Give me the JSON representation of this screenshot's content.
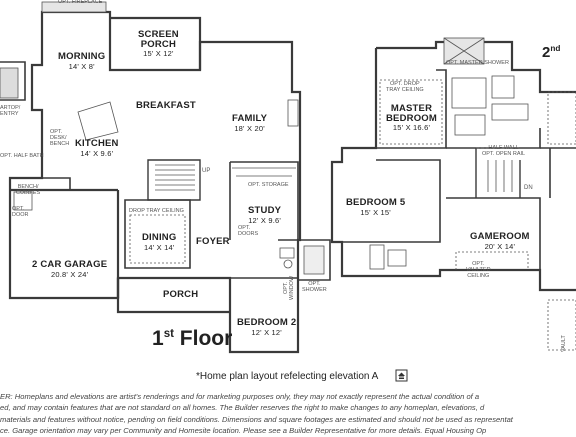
{
  "floor1": {
    "title_main": "1",
    "title_sup": "st",
    "title_rest": " Floor",
    "rooms": {
      "screen_porch": {
        "name": "SCREEN",
        "name2": "PORCH",
        "dim": "15' X 12'"
      },
      "morning": {
        "name": "MORNING",
        "dim": "14' X 8'"
      },
      "breakfast": {
        "name": "BREAKFAST"
      },
      "family": {
        "name": "FAMILY",
        "dim": "18' X 20'"
      },
      "kitchen": {
        "name": "KITCHEN",
        "dim": "14' X 9.6'"
      },
      "study": {
        "name": "STUDY",
        "dim": "12' X 9.6'"
      },
      "dining": {
        "name": "DINING",
        "dim": "14' X 14'"
      },
      "foyer": {
        "name": "FOYER"
      },
      "garage": {
        "name": "2 CAR GARAGE",
        "dim": "20.8' X 24'"
      },
      "porch": {
        "name": "PORCH"
      },
      "bedroom2": {
        "name": "BEDROOM 2",
        "dim": "12' X 12'"
      }
    },
    "notes": {
      "fireplace": "OPT. FIREPLACE",
      "storage": "OPT. STORAGE",
      "drop_tray": "DROP TRAY CEILING",
      "doors_1": "OPT.",
      "doors_2": "DOORS",
      "shower_1": "OPT.",
      "shower_2": "SHOWER",
      "window_1": "OPT.",
      "window_2": "WINDOW",
      "desk_1": "OPT.",
      "desk_2": "DESK/",
      "desk_3": "BENCH",
      "half_bath_1": "OPT. HALF BATH",
      "bench_1": "BENCH/",
      "bench_2": "CUBBIES",
      "door_1": "OPT.",
      "door_2": "DOOR",
      "cart_1": "ARTOP/",
      "cart_2": "ENTRY",
      "up": "UP"
    }
  },
  "floor2": {
    "title_main": "2",
    "title_sup": "nd",
    "rooms": {
      "master_bedroom": {
        "name": "MASTER",
        "name2": "BEDROOM",
        "dim": "15' X 16.6'"
      },
      "bedroom5": {
        "name": "BEDROOM 5",
        "dim": "15' X 15'"
      },
      "gameroom": {
        "name": "GAMEROOM",
        "dim": "20' X 14'"
      }
    },
    "notes": {
      "master_shower": "OPT. MASTER SHOWER",
      "drop_tray_1": "OPT. DROP",
      "drop_tray_2": "TRAY CEILING",
      "half_wall_1": "HALF WALL",
      "half_wall_2": "OPT. OPEN RAIL",
      "vaulted_1": "OPT.",
      "vaulted_2": "VAULTED",
      "vaulted_3": "CEILING",
      "dn": "DN",
      "vault_edge": "VAULT"
    }
  },
  "caption": "*Home plan layout refelecting elevation A",
  "disclaimer": [
    "ER: Homeplans and elevations are artist's renderings and for marketing purposes only, they may not exactly represent the actual condition of a",
    "ed, and may contain features that are not standard on all homes. The Builder reserves the right to make changes to any homeplan, elevations, d",
    "materials and features without notice, pending on field conditions. Dimensions and square footages are estimated and should not be used as representat",
    "ce. Garage orientation may vary per Community and Homesite location. Please see a Builder Representative for more details. Equal Housing Op"
  ],
  "colors": {
    "wall": "#3a3a3a",
    "line": "#555555",
    "hatch": "#bbbbbb"
  }
}
